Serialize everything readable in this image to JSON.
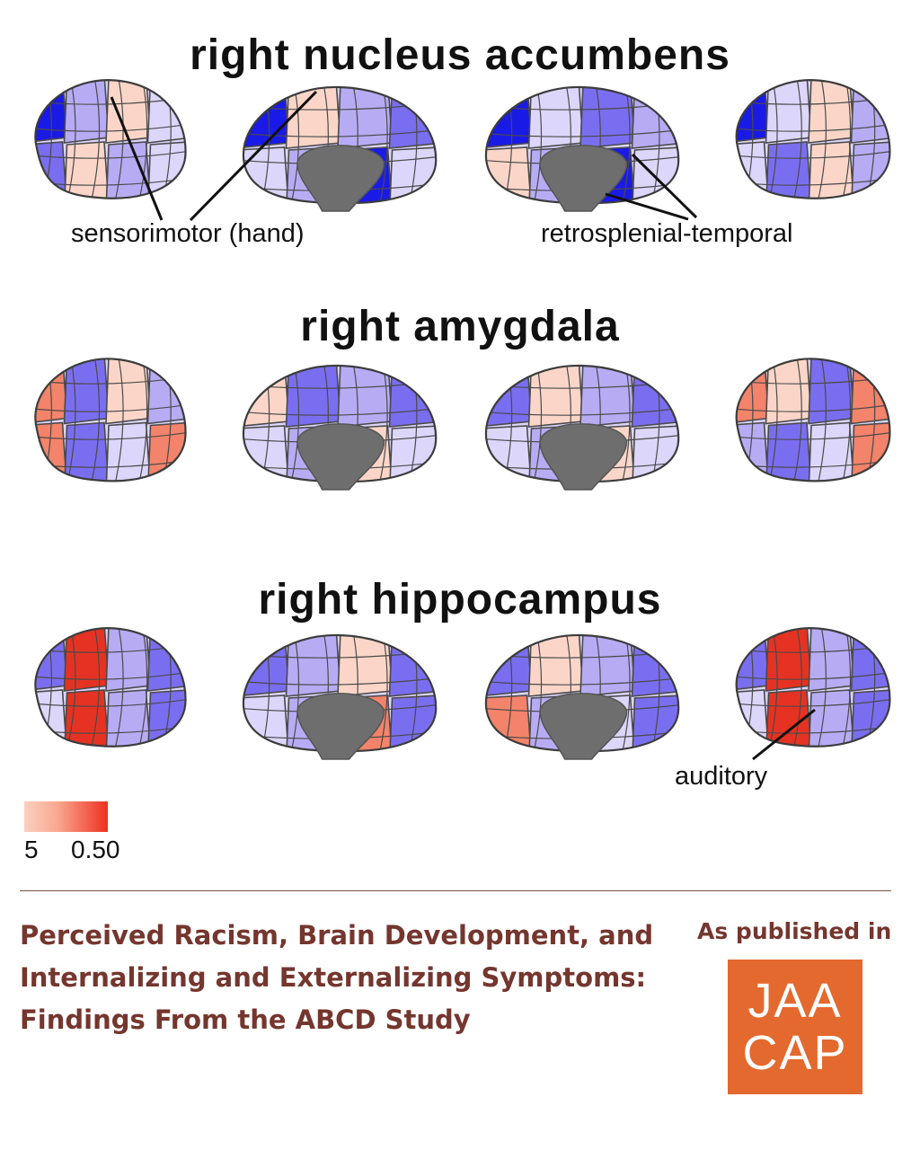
{
  "sections": [
    {
      "title": "right nucleus accumbens"
    },
    {
      "title": "right amygdala"
    },
    {
      "title": "right hippocampus"
    }
  ],
  "annotations": {
    "sensorimotor": "sensorimotor (hand)",
    "retrosplenial": "retrosplenial-temporal",
    "auditory": "auditory"
  },
  "scale": {
    "min_label": "5",
    "max_label": "0.50"
  },
  "footer": {
    "title": "Perceived Racism, Brain Development, and Internalizing and Externalizing Symptoms: Findings From the ABCD Study",
    "published_label": "As published in",
    "logo_line1": "JAA",
    "logo_line2": "CAP"
  },
  "colors": {
    "blue_strong": "#1a1ae6",
    "purple_mid": "#7a6ef0",
    "purple_light": "#b7acf4",
    "lavender": "#ddd6fb",
    "salmon": "#f3836a",
    "salmon_light": "#fbd6c8",
    "red": "#e63222",
    "gray_core": "#6e6e6e",
    "footer_text": "#74362e",
    "logo_bg": "#e3692e"
  },
  "brain_rows": [
    {
      "views": [
        {
          "view": "lateral-left",
          "patches": [
            "blue_strong",
            "purple_light",
            "salmon_light",
            "lavender",
            "purple_mid",
            "salmon_light",
            "purple_light",
            "lavender"
          ]
        },
        {
          "view": "medial-left",
          "patches": [
            "blue_strong",
            "salmon_light",
            "purple_light",
            "purple_mid",
            "lavender",
            "purple_light",
            "blue_strong",
            "lavender"
          ]
        },
        {
          "view": "medial-right",
          "patches": [
            "blue_strong",
            "lavender",
            "purple_mid",
            "purple_light",
            "salmon_light",
            "purple_light",
            "blue_strong",
            "lavender"
          ]
        },
        {
          "view": "lateral-right",
          "patches": [
            "blue_strong",
            "lavender",
            "salmon_light",
            "purple_light",
            "lavender",
            "purple_mid",
            "salmon_light",
            "purple_light"
          ]
        }
      ]
    },
    {
      "views": [
        {
          "view": "lateral-left",
          "patches": [
            "salmon",
            "purple_mid",
            "salmon_light",
            "purple_light",
            "salmon",
            "purple_mid",
            "lavender",
            "salmon"
          ]
        },
        {
          "view": "medial-left",
          "patches": [
            "salmon_light",
            "purple_mid",
            "purple_light",
            "purple_mid",
            "lavender",
            "purple_light",
            "salmon_light",
            "lavender"
          ]
        },
        {
          "view": "medial-right",
          "patches": [
            "purple_mid",
            "salmon_light",
            "purple_light",
            "purple_mid",
            "lavender",
            "purple_light",
            "salmon_light",
            "lavender"
          ]
        },
        {
          "view": "lateral-right",
          "patches": [
            "salmon",
            "salmon_light",
            "purple_mid",
            "salmon",
            "purple_light",
            "purple_mid",
            "lavender",
            "salmon"
          ]
        }
      ]
    },
    {
      "views": [
        {
          "view": "lateral-left",
          "patches": [
            "purple_mid",
            "red",
            "purple_light",
            "purple_mid",
            "lavender",
            "red",
            "purple_light",
            "purple_mid"
          ]
        },
        {
          "view": "medial-left",
          "patches": [
            "purple_mid",
            "purple_light",
            "salmon_light",
            "purple_mid",
            "lavender",
            "purple_light",
            "salmon",
            "purple_mid"
          ]
        },
        {
          "view": "medial-right",
          "patches": [
            "purple_mid",
            "salmon_light",
            "purple_light",
            "purple_mid",
            "salmon",
            "purple_light",
            "lavender",
            "purple_mid"
          ]
        },
        {
          "view": "lateral-right",
          "patches": [
            "purple_mid",
            "red",
            "purple_light",
            "purple_mid",
            "lavender",
            "red",
            "purple_light",
            "purple_mid"
          ]
        }
      ]
    }
  ]
}
